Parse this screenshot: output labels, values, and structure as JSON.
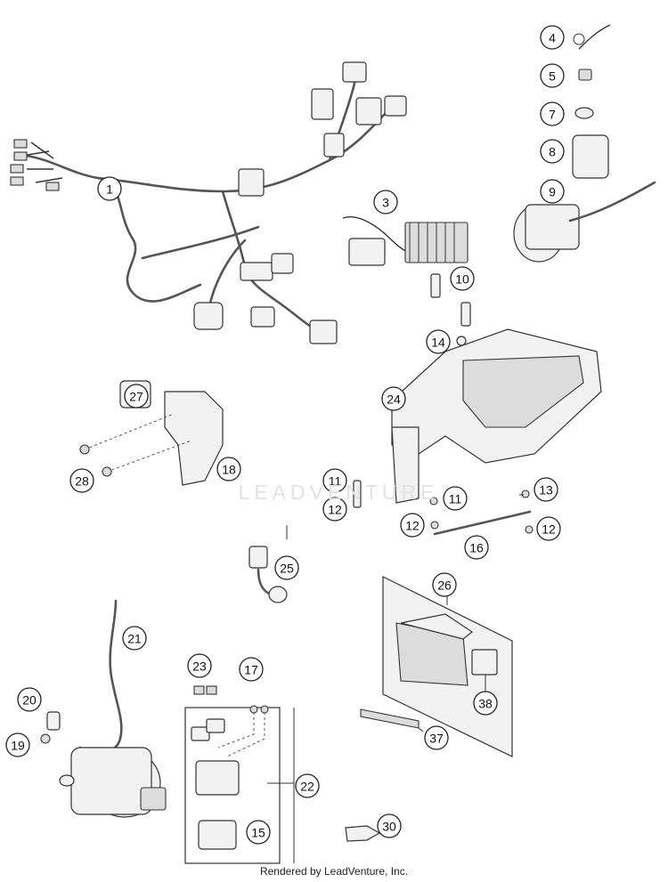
{
  "callouts": [
    {
      "num": "1"
    },
    {
      "num": "3"
    },
    {
      "num": "4"
    },
    {
      "num": "5"
    },
    {
      "num": "7"
    },
    {
      "num": "8"
    },
    {
      "num": "9"
    },
    {
      "num": "10"
    },
    {
      "num": "11"
    },
    {
      "num": "11"
    },
    {
      "num": "12"
    },
    {
      "num": "12"
    },
    {
      "num": "12"
    },
    {
      "num": "13"
    },
    {
      "num": "14"
    },
    {
      "num": "15"
    },
    {
      "num": "16"
    },
    {
      "num": "17"
    },
    {
      "num": "18"
    },
    {
      "num": "19"
    },
    {
      "num": "20"
    },
    {
      "num": "21"
    },
    {
      "num": "22"
    },
    {
      "num": "23"
    },
    {
      "num": "24"
    },
    {
      "num": "25"
    },
    {
      "num": "26"
    },
    {
      "num": "27"
    },
    {
      "num": "28"
    },
    {
      "num": "30"
    },
    {
      "num": "37"
    },
    {
      "num": "38"
    }
  ],
  "watermark": "LEADVENTURE",
  "credit": "Rendered by LeadVenture, Inc."
}
